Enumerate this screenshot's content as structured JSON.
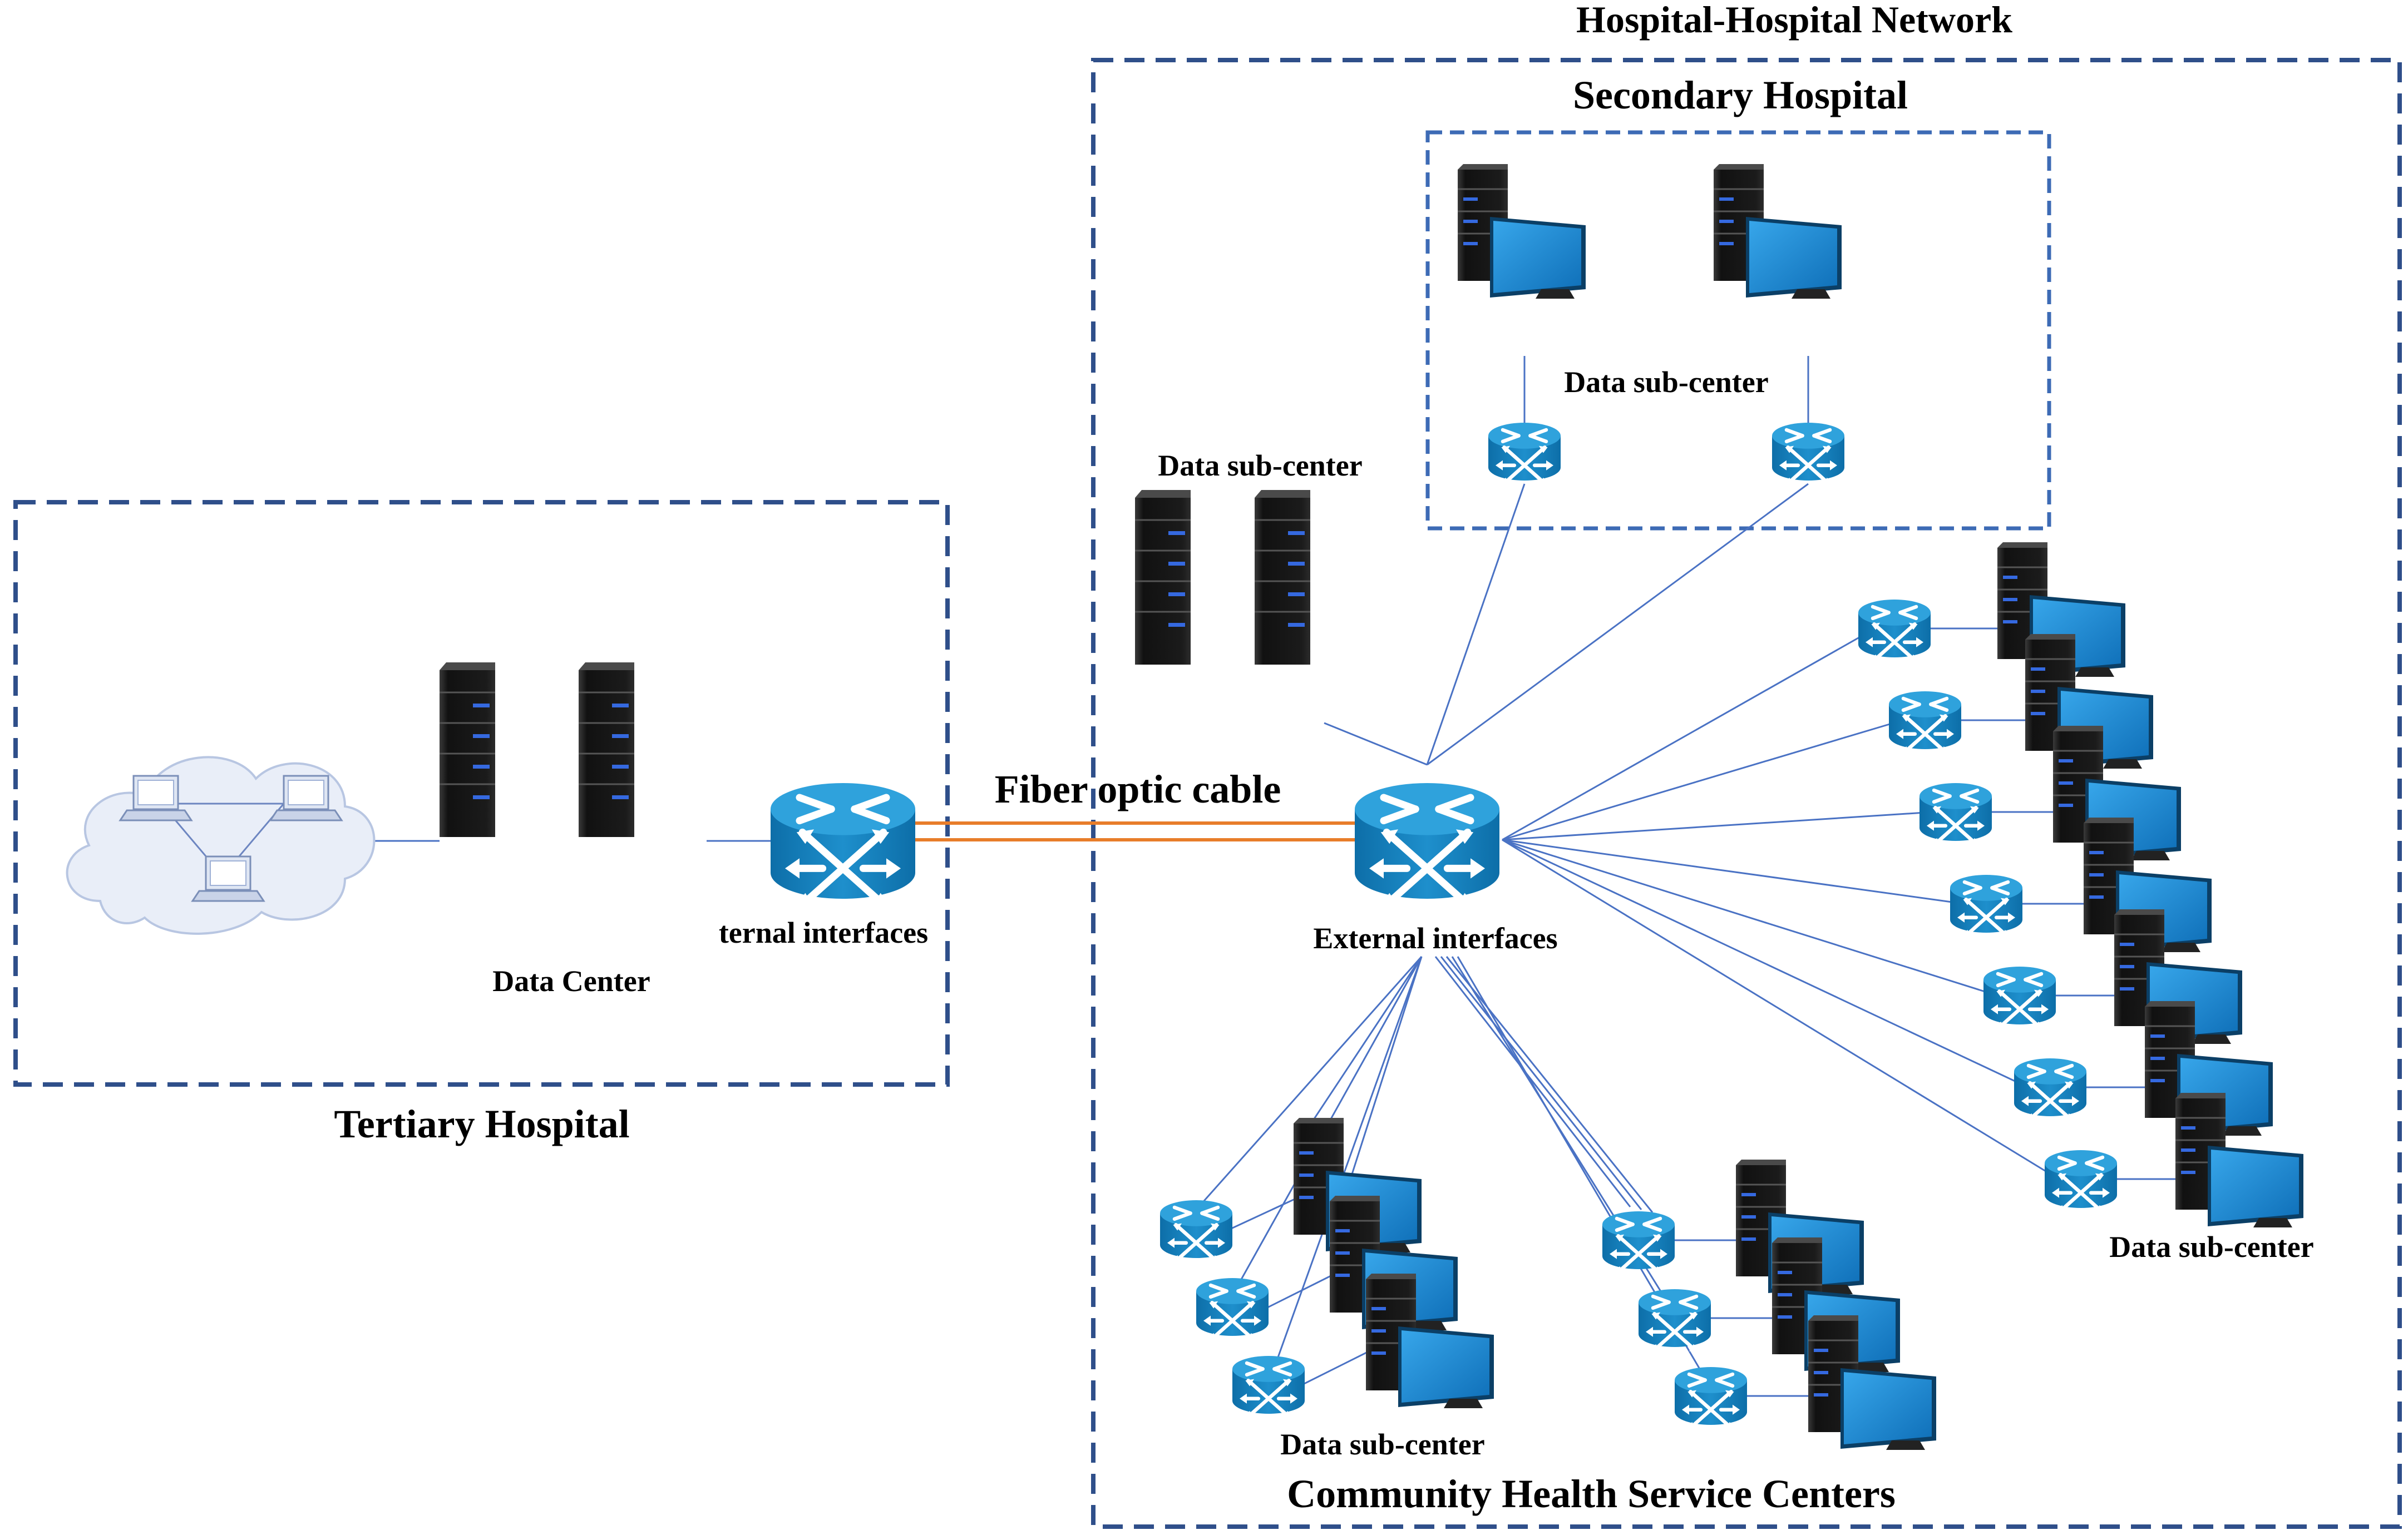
{
  "colors": {
    "border": "#2f4f8a",
    "inner_border": "#3d6bb5",
    "link": "#4a72c4",
    "fiber": "#e87d2a",
    "router_top": "#2a9ad3",
    "router_side": "#0f79b5",
    "monitor": "#1c8ad4",
    "server": "#1a1a1a",
    "server_led": "#2f63d8",
    "cloud": "#e9eef8"
  },
  "labels": {
    "network_title": "Hospital-Hospital Network",
    "secondary_hospital": "Secondary Hospital",
    "tertiary_hospital": "Tertiary Hospital",
    "community_centers": "Community Health Service Centers",
    "fiber_cable": "Fiber optic cable",
    "data_center": "Data Center",
    "external_interfaces_left": "ternal interfaces",
    "external_interfaces_main": "External interfaces",
    "sub_center_secondary": "Data sub-center",
    "sub_center_standalone": "Data sub-center",
    "sub_center_right": "Data sub-center",
    "sub_center_bottom": "Data sub-center"
  },
  "icons": [
    "cloud-icon",
    "laptop-icon",
    "server-rack-icon",
    "router-icon",
    "monitor-icon"
  ]
}
